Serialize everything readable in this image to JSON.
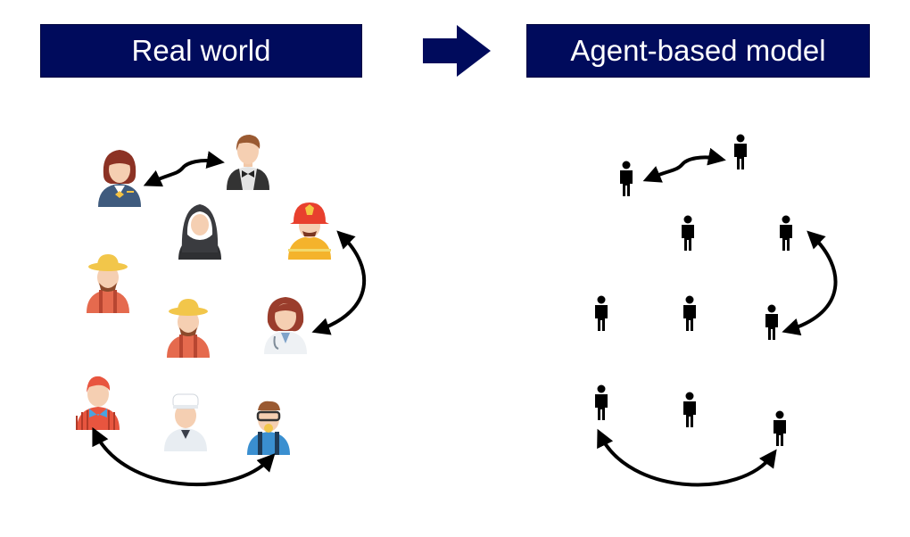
{
  "titles": {
    "left": "Real world",
    "right": "Agent-based model"
  },
  "colors": {
    "title_bg": "#000b5c",
    "title_text": "#ffffff",
    "arrow_big": "#000b5c",
    "curve_arrow": "#000000",
    "agent": "#000000"
  },
  "real_world_people": [
    {
      "role": "flight-attendant",
      "icon": "flight-attendant-icon"
    },
    {
      "role": "waiter",
      "icon": "waiter-icon"
    },
    {
      "role": "nun",
      "icon": "nun-icon"
    },
    {
      "role": "firefighter",
      "icon": "firefighter-icon"
    },
    {
      "role": "farmer",
      "icon": "farmer-icon"
    },
    {
      "role": "farmer",
      "icon": "farmer-icon"
    },
    {
      "role": "doctor",
      "icon": "doctor-icon"
    },
    {
      "role": "clown",
      "icon": "clown-icon"
    },
    {
      "role": "chef",
      "icon": "chef-icon"
    },
    {
      "role": "diver",
      "icon": "diver-icon"
    }
  ],
  "model_agents_count": 10
}
